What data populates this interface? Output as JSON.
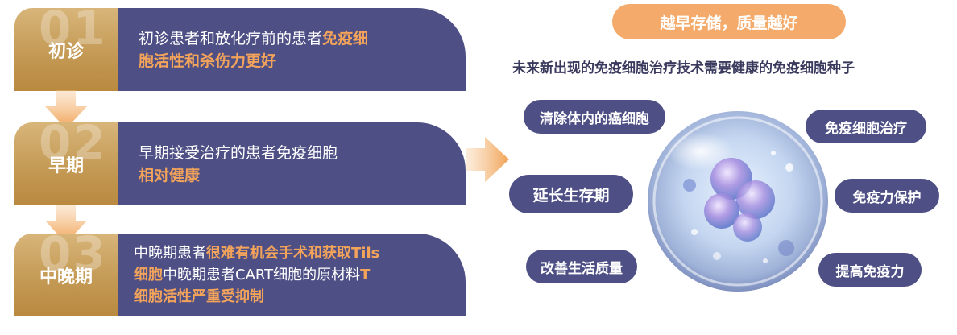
{
  "stages": [
    {
      "num": "01",
      "name": "初诊",
      "lines": [
        [
          {
            "t": "初诊患者和放化疗前的患者",
            "hl": false
          },
          {
            "t": "免疫细",
            "hl": true
          }
        ],
        [
          {
            "t": "胞活性和杀伤力更好",
            "hl": true
          }
        ]
      ]
    },
    {
      "num": "02",
      "name": "早期",
      "lines": [
        [
          {
            "t": "早期接受治疗的患者免疫细胞",
            "hl": false
          }
        ],
        [
          {
            "t": "相对健康",
            "hl": true
          }
        ]
      ]
    },
    {
      "num": "03",
      "name": "中晚期",
      "lines": [
        [
          {
            "t": "中晚期患者",
            "hl": false
          },
          {
            "t": "很难有机会手术和获取Tils",
            "hl": true
          }
        ],
        [
          {
            "t": "细胞",
            "hl": true
          },
          {
            "t": "中晚期患者CART细胞的原材料",
            "hl": false
          },
          {
            "t": "T",
            "hl": true
          }
        ],
        [
          {
            "t": "细胞活性严重受抑制",
            "hl": true
          }
        ]
      ]
    }
  ],
  "header": {
    "pill": "越早存储，质量越好",
    "subtitle": "未来新出现的免疫细胞治疗技术需要健康的免疫细胞种子"
  },
  "benefits": {
    "kill_cancer": "清除体内的癌细胞",
    "extend_life": "延长生存期",
    "quality_of_life": "改善生活质量",
    "cell_therapy": "免疫细胞治疗",
    "immune_protection": "免疫力保护",
    "boost_immunity": "提高免疫力"
  },
  "colors": {
    "navy": "#4e4f85",
    "gold": "#c49a55",
    "orange": "#f3aa6a",
    "highlight": "#f4a45a"
  }
}
